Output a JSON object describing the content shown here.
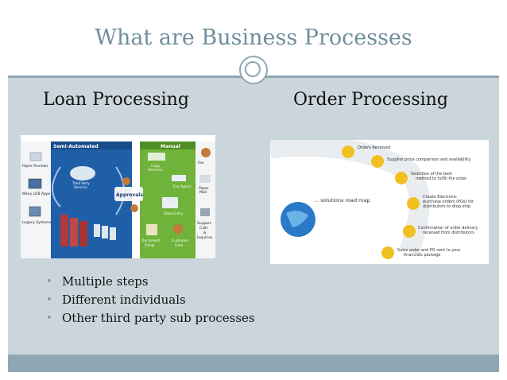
{
  "slide": {
    "title": "What are Business Processes",
    "left_heading": "Loan Processing",
    "right_heading": "Order Processing",
    "bullets": [
      "Multiple steps",
      "Different individuals",
      "Other third party sub processes"
    ]
  },
  "loan_diagram": {
    "semi_label": "Semi-Automated",
    "manual_label": "Manual",
    "paper_reviews": "Paper Reviews",
    "many_lob": "Many LOB Apps",
    "legacy": "Legacy Systems",
    "third_party": "Third Party",
    "services": "Services",
    "approvals": "Approvals",
    "copy": "Copy",
    "copy_services": "Services",
    "fax": "Fax",
    "fax_agent": "Fax Agent",
    "paper_mail_1": "Paper",
    "paper_mail_2": "Mail",
    "data_entry": "Data Entry",
    "support_1": "Support",
    "support_2": "Calls",
    "support_3": "&",
    "support_4": "Inquiries",
    "doc_filing_1": "Document",
    "doc_filing_2": "Filing",
    "customer_care_1": "Customer",
    "customer_care_2": "Care"
  },
  "order_diagram": {
    "roadmap": "... solutions road map",
    "step1": "Orders Received",
    "step2": "Supplier price comparison and availability",
    "step3a": "Selection of the best",
    "step3b": "method to fulfill the order",
    "step4a": "Create Electronic",
    "step4b": "purchase orders (POs) for",
    "step4c": "distributors to drop ship",
    "step5a": "Confirmation of order delivery",
    "step5b": "received from distributors",
    "step6a": "Sales order and PO sent to your",
    "step6b": "financials package"
  },
  "colors": {
    "slide_bg": "#cbd6dc",
    "title_text": "#6f8e9c",
    "accent": "#8fa7b3",
    "semi_panel": "#1f5fa8",
    "manual_panel": "#6fb33a",
    "step_icon": "#f0c020"
  }
}
